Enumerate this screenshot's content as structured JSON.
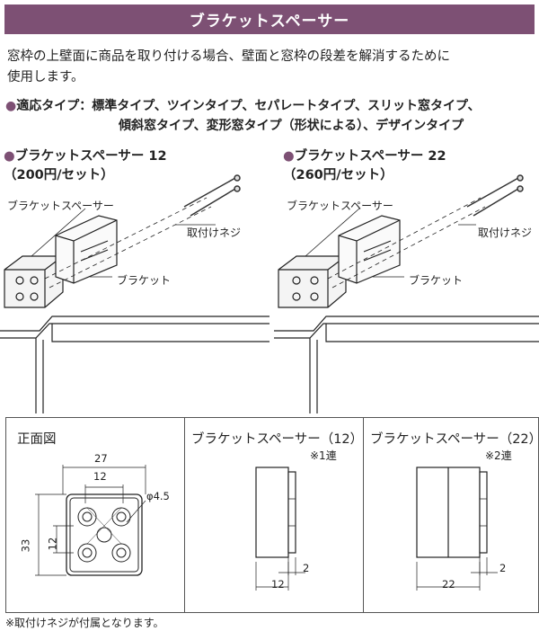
{
  "header": {
    "title": "ブラケットスペーサー"
  },
  "intro": {
    "line1": "窓枠の上壁面に商品を取り付ける場合、壁面と窓枠の段差を解消するために",
    "line2": "使用します。"
  },
  "types": {
    "bullet": "●",
    "line1": "適応タイプ：標準タイプ、ツインタイプ、セパレートタイプ、スリット窓タイプ、",
    "line2": "傾斜窓タイプ、変形窓タイプ（形状による）、デザインタイプ"
  },
  "products": [
    {
      "name": "ブラケットスペーサー 12",
      "price": "（200円/セット）",
      "label_spacer": "ブラケットスペーサー",
      "label_screw": "取付けネジ",
      "label_bracket": "ブラケット"
    },
    {
      "name": "ブラケットスペーサー 22",
      "price": "（260円/セット）",
      "label_spacer": "ブラケットスペーサー",
      "label_screw": "取付けネジ",
      "label_bracket": "ブラケット"
    }
  ],
  "front_view": {
    "title": "正面図",
    "dim_width": "27",
    "dim_inner_width": "12",
    "dim_hole": "φ4.5",
    "dim_height": "33",
    "dim_inner_height": "12"
  },
  "side12": {
    "title": "ブラケットスペーサー（12）",
    "note": "※1連",
    "dim_depth": "12",
    "dim_step": "2"
  },
  "side22": {
    "title": "ブラケットスペーサー（22）",
    "note": "※2連",
    "dim_depth": "22",
    "dim_step": "2"
  },
  "footnote": "※取付けネジが付属となります。"
}
